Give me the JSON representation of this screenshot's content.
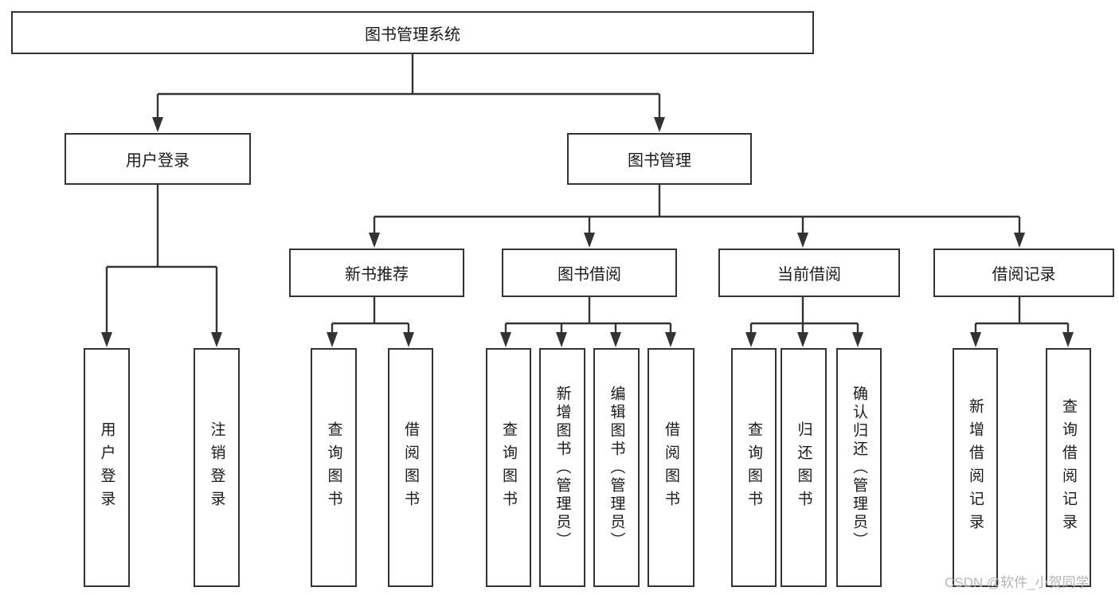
{
  "diagram_title": "图书管理系统",
  "nodes": {
    "root": "图书管理系统",
    "level2": {
      "user_login": "用户登录",
      "book_mgmt": "图书管理"
    },
    "level3": {
      "new_book": "新书推荐",
      "book_borrow": "图书借阅",
      "current_borrow": "当前借阅",
      "borrow_record": "借阅记录"
    },
    "leaves": {
      "user_login": [
        "用户登录",
        "注销登录"
      ],
      "new_book": [
        "查询图书",
        "借阅图书"
      ],
      "book_borrow": [
        "查询图书",
        "新增图书（管理员）",
        "编辑图书（管理员）",
        "借阅图书"
      ],
      "current_borrow": [
        "查询图书",
        "归还图书",
        "确认归还（管理员）"
      ],
      "borrow_record": [
        "新增借阅记录",
        "查询借阅记录"
      ]
    }
  },
  "watermark": "CSDN @软件_小贺同学",
  "colors": {
    "line": "#333333",
    "text": "#1a1a1a",
    "box_fill": "#ffffff",
    "watermark": "#b5b5b5",
    "background": "#ffffff"
  }
}
